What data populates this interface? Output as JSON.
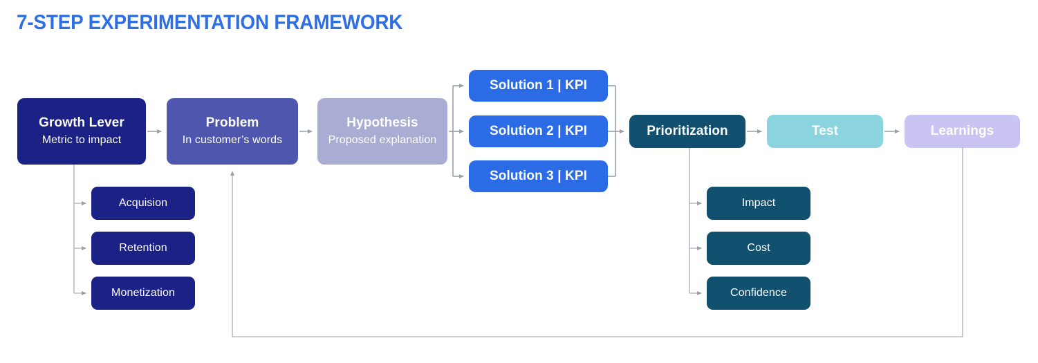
{
  "page": {
    "title": "7-STEP EXPERIMENTATION FRAMEWORK",
    "background": "#ffffff",
    "title_color": "#2F6FE4"
  },
  "colors": {
    "navy": "#1B2185",
    "indigo": "#4F56AE",
    "periwinkle": "#A9ADD4",
    "bright_blue": "#2C6BE6",
    "dark_teal": "#11506F",
    "turquoise": "#8BD4DF",
    "lavender": "#C9C4F1",
    "connector": "#9aa0a6"
  },
  "flow": {
    "main_steps": [
      {
        "id": "growth-lever",
        "title": "Growth Lever",
        "subtitle": "Metric to impact",
        "color": "#1B2185"
      },
      {
        "id": "problem",
        "title": "Problem",
        "subtitle": "In customer’s words",
        "color": "#4F56AE"
      },
      {
        "id": "hypothesis",
        "title": "Hypothesis",
        "subtitle": "Proposed explanation",
        "color": "#A9ADD4"
      },
      {
        "id": "prioritization",
        "title": "Prioritization",
        "subtitle": "",
        "color": "#11506F"
      },
      {
        "id": "test",
        "title": "Test",
        "subtitle": "",
        "color": "#8BD4DF"
      },
      {
        "id": "learnings",
        "title": "Learnings",
        "subtitle": "",
        "color": "#C9C4F1"
      }
    ],
    "solutions": [
      {
        "id": "solution-1",
        "label": "Solution 1 | KPI",
        "color": "#2C6BE6"
      },
      {
        "id": "solution-2",
        "label": "Solution 2 | KPI",
        "color": "#2C6BE6"
      },
      {
        "id": "solution-3",
        "label": "Solution 3 | KPI",
        "color": "#2C6BE6"
      }
    ],
    "growth_lever_branches": [
      {
        "id": "acquision",
        "label": "Acquision",
        "color": "#1B2185"
      },
      {
        "id": "retention",
        "label": "Retention",
        "color": "#1B2185"
      },
      {
        "id": "monetization",
        "label": "Monetization",
        "color": "#1B2185"
      }
    ],
    "prioritization_criteria": [
      {
        "id": "impact",
        "label": "Impact",
        "color": "#11506F"
      },
      {
        "id": "cost",
        "label": "Cost",
        "color": "#11506F"
      },
      {
        "id": "confidence",
        "label": "Confidence",
        "color": "#11506F"
      }
    ],
    "feedback_loop": {
      "from": "learnings",
      "to": "problem",
      "label": ""
    }
  }
}
